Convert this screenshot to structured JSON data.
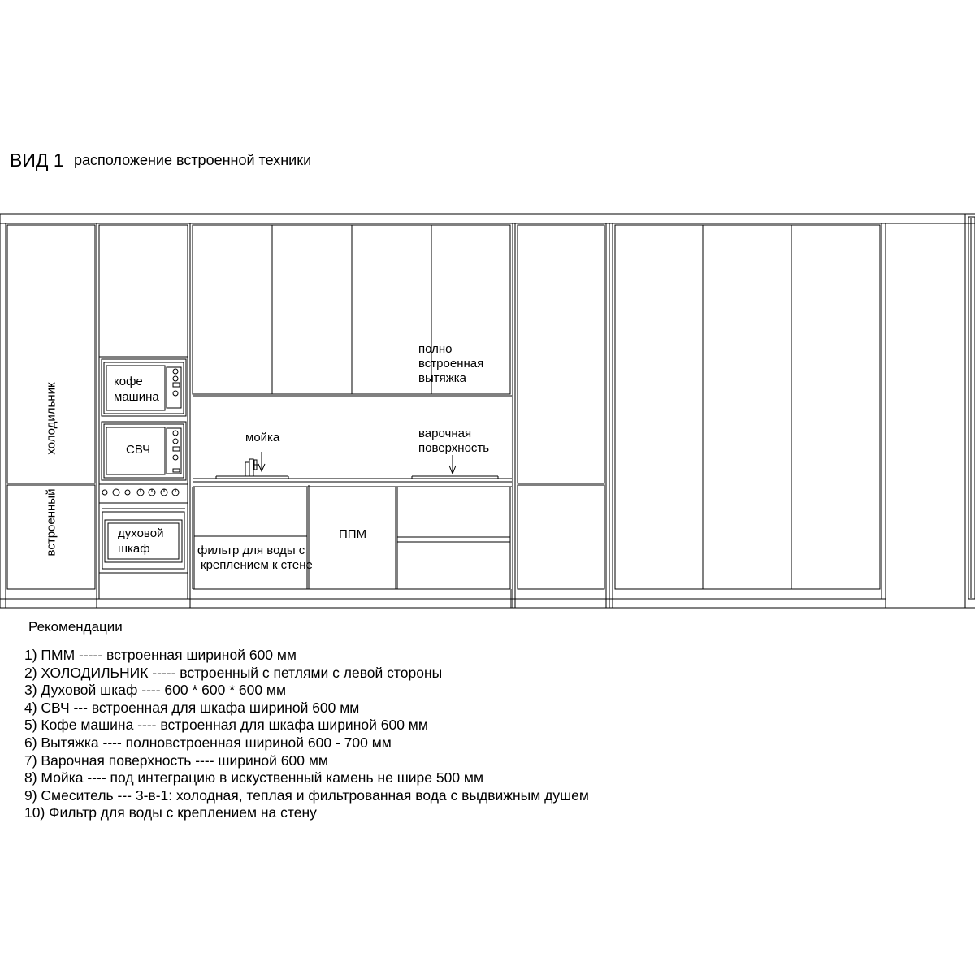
{
  "header": {
    "title": "ВИД 1",
    "subtitle": "расположение встроенной техники"
  },
  "labels": {
    "fridge_top": "холодильник",
    "fridge_bottom": "встроенный",
    "coffee_line1": "кофе",
    "coffee_line2": "машина",
    "microwave": "СВЧ",
    "oven_line1": "духовой",
    "oven_line2": "шкаф",
    "sink": "мойка",
    "hood_line1": "полно",
    "hood_line2": "встроенная",
    "hood_line3": "вытяжка",
    "hob_line1": "варочная",
    "hob_line2": "поверхность",
    "filter_line1": "фильтр для воды с",
    "filter_line2": "креплением к стене",
    "dishwasher": "ППМ"
  },
  "recommendations": {
    "title": "Рекомендации",
    "items": [
      "1) ПММ ----- встроенная шириной 600 мм",
      "2) ХОЛОДИЛЬНИК ----- встроенный с петлями с левой стороны",
      "3) Духовой шкаф ---- 600 * 600 * 600 мм",
      "4) СВЧ --- встроенная для шкафа шириной 600 мм",
      "5) Кофе машина ---- встроенная для шкафа шириной 600 мм",
      "6) Вытяжка ---- полновстроенная шириной 600 - 700 мм",
      "7) Варочная поверхность ---- шириной 600 мм",
      "8) Мойка ---- под интеграцию в искуственный камень не шире 500 мм",
      "9) Смеситель --- 3-в-1: холодная, теплая и фильтрованная вода с выдвижным душем",
      "10) Фильтр для воды с креплением на стену"
    ]
  }
}
